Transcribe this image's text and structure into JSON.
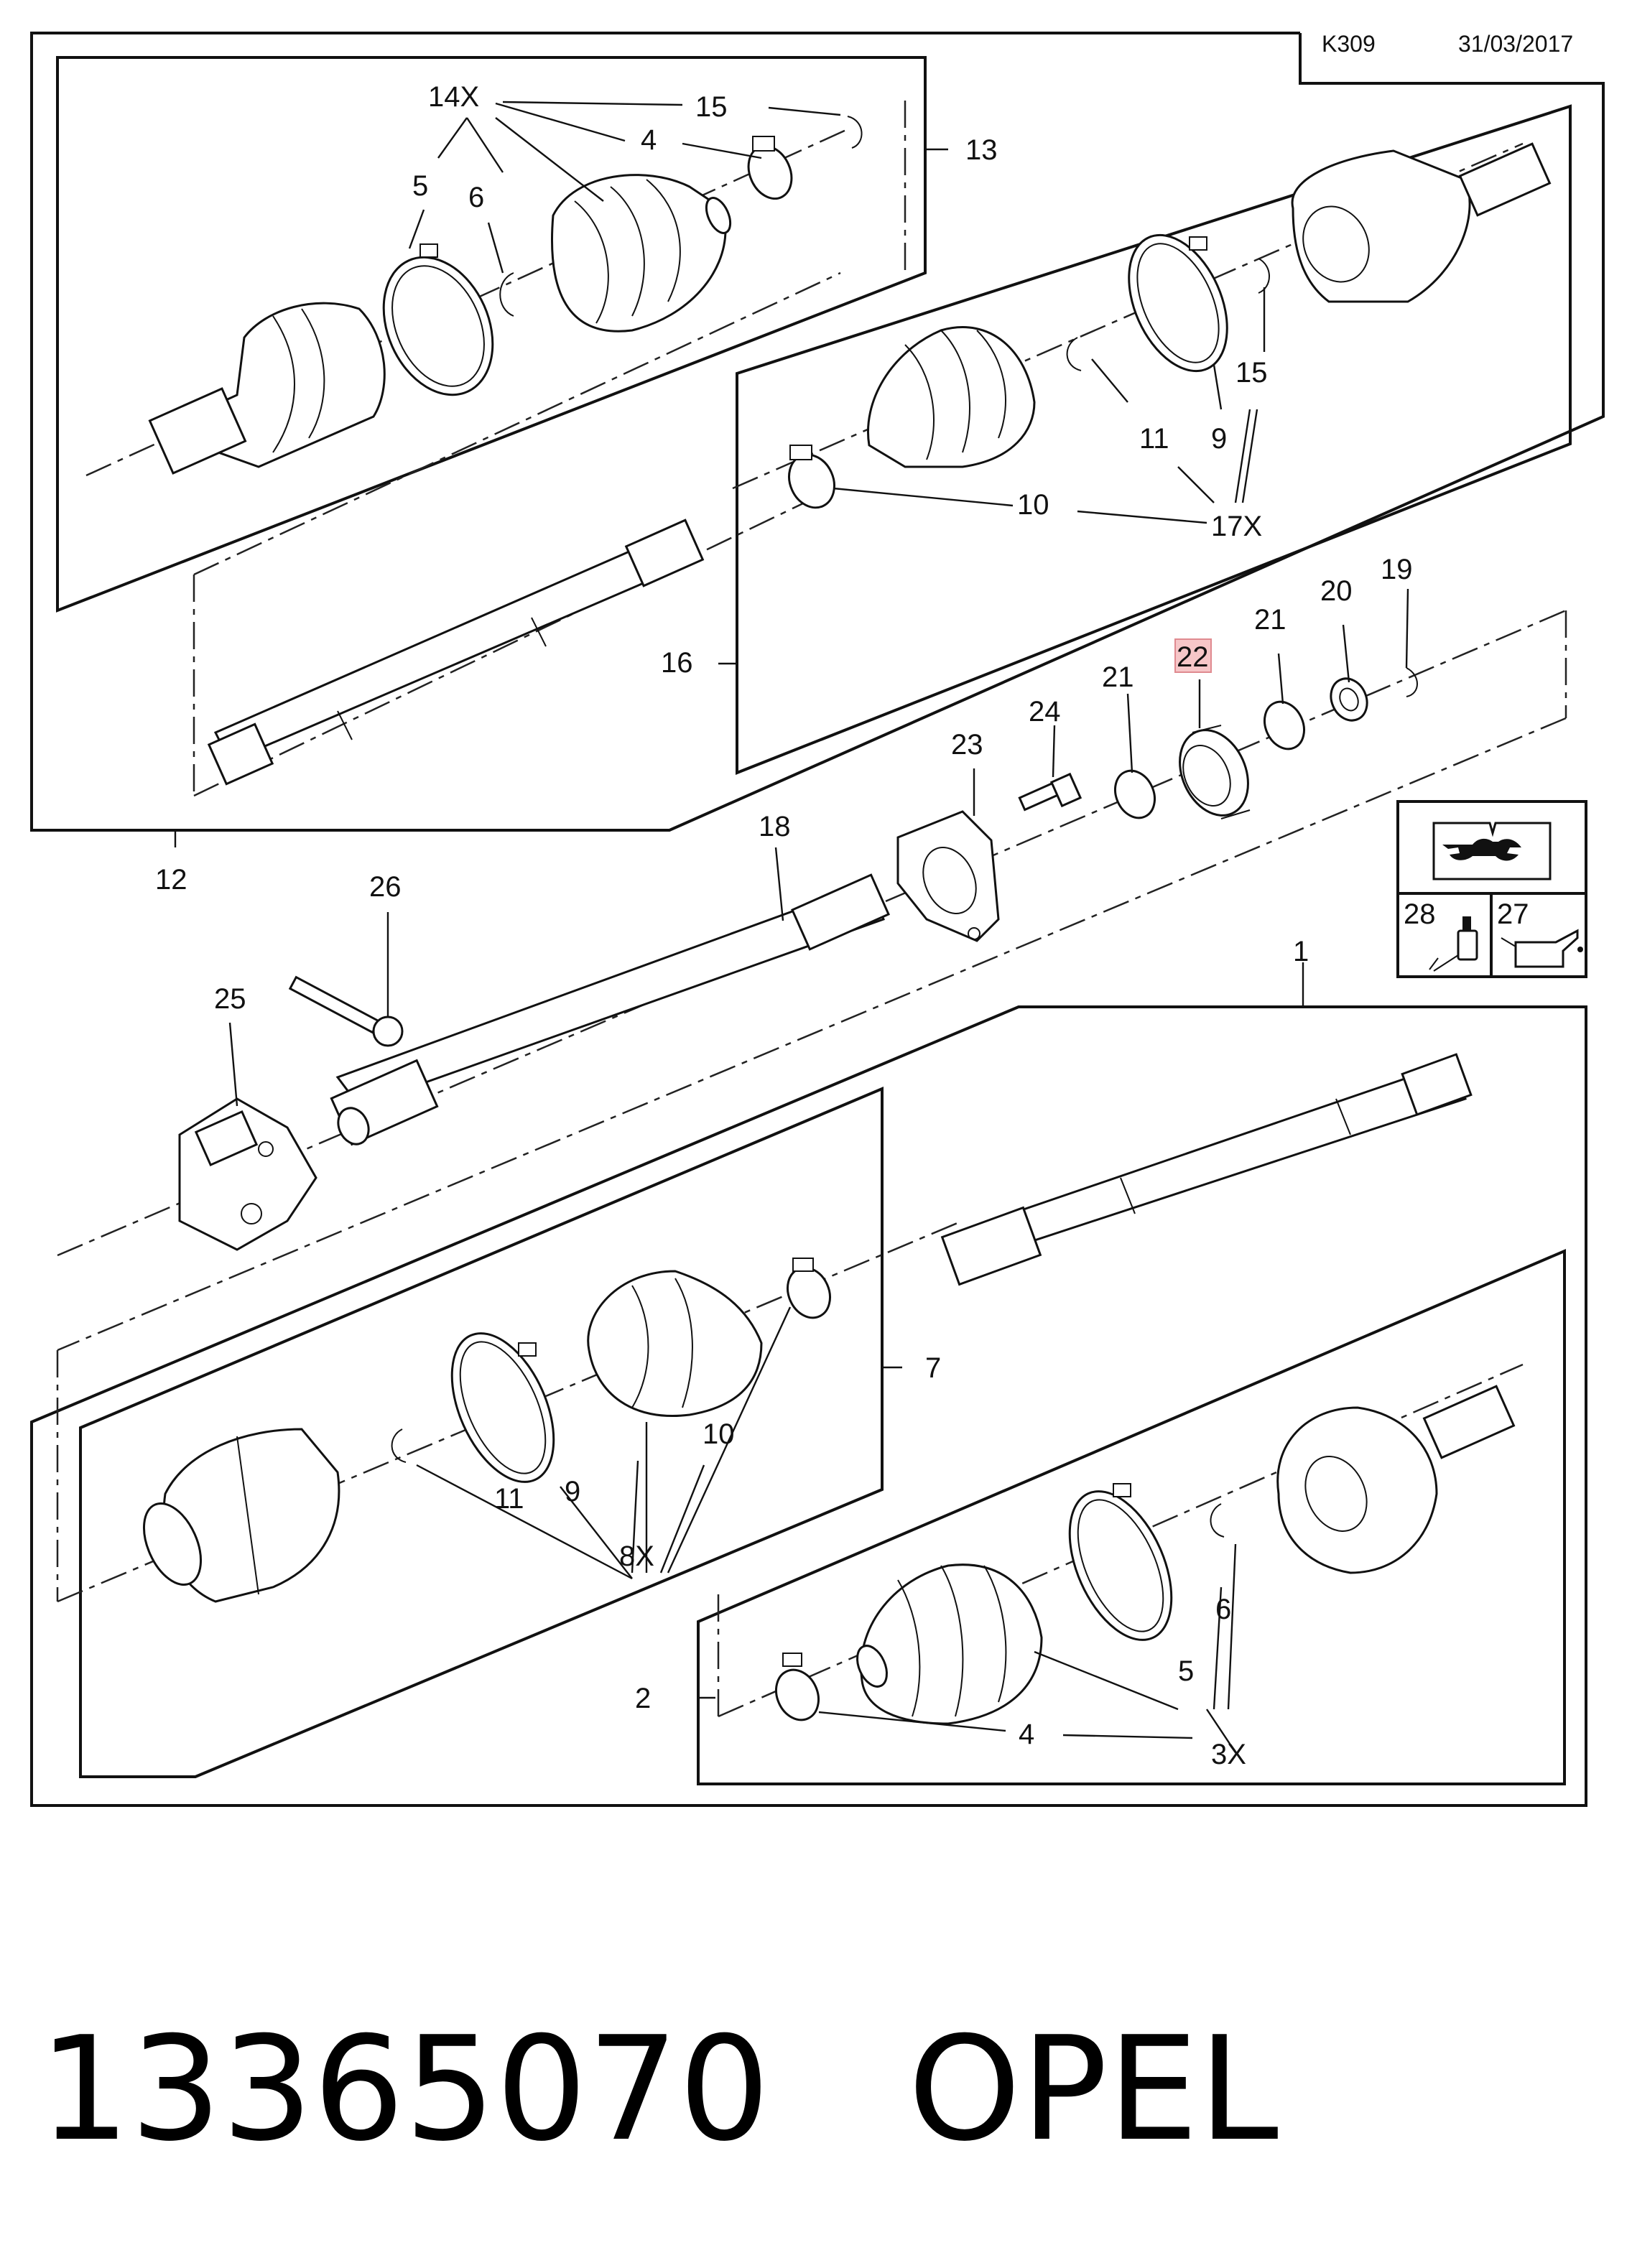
{
  "header": {
    "code": "K309",
    "date": "31/03/2017"
  },
  "callouts": {
    "c1": "1",
    "c2": "2",
    "c4_top": "4",
    "c4_bot": "4",
    "c5_top": "5",
    "c5_bot": "5",
    "c6_top": "6",
    "c6_bot": "6",
    "c7": "7",
    "c8x": "8X",
    "c9_top": "9",
    "c9_bot": "9",
    "c10_top": "10",
    "c10_bot": "10",
    "c11_top": "11",
    "c11_bot": "11",
    "c12": "12",
    "c13": "13",
    "c14x": "14X",
    "c15_a": "15",
    "c15_b": "15",
    "c16": "16",
    "c17x": "17X",
    "c18": "18",
    "c19": "19",
    "c20": "20",
    "c21_a": "21",
    "c21_b": "21",
    "c22": "22",
    "c23": "23",
    "c24": "24",
    "c25": "25",
    "c26": "26",
    "c27": "27",
    "c28": "28",
    "c3x": "3X"
  },
  "legend": {
    "icon": "repair-manual-icon",
    "item_28": "28",
    "item_27": "27"
  },
  "highlight_color": "#f6c6c8",
  "footer": {
    "part_number": "13365070",
    "brand": "OPEL"
  }
}
